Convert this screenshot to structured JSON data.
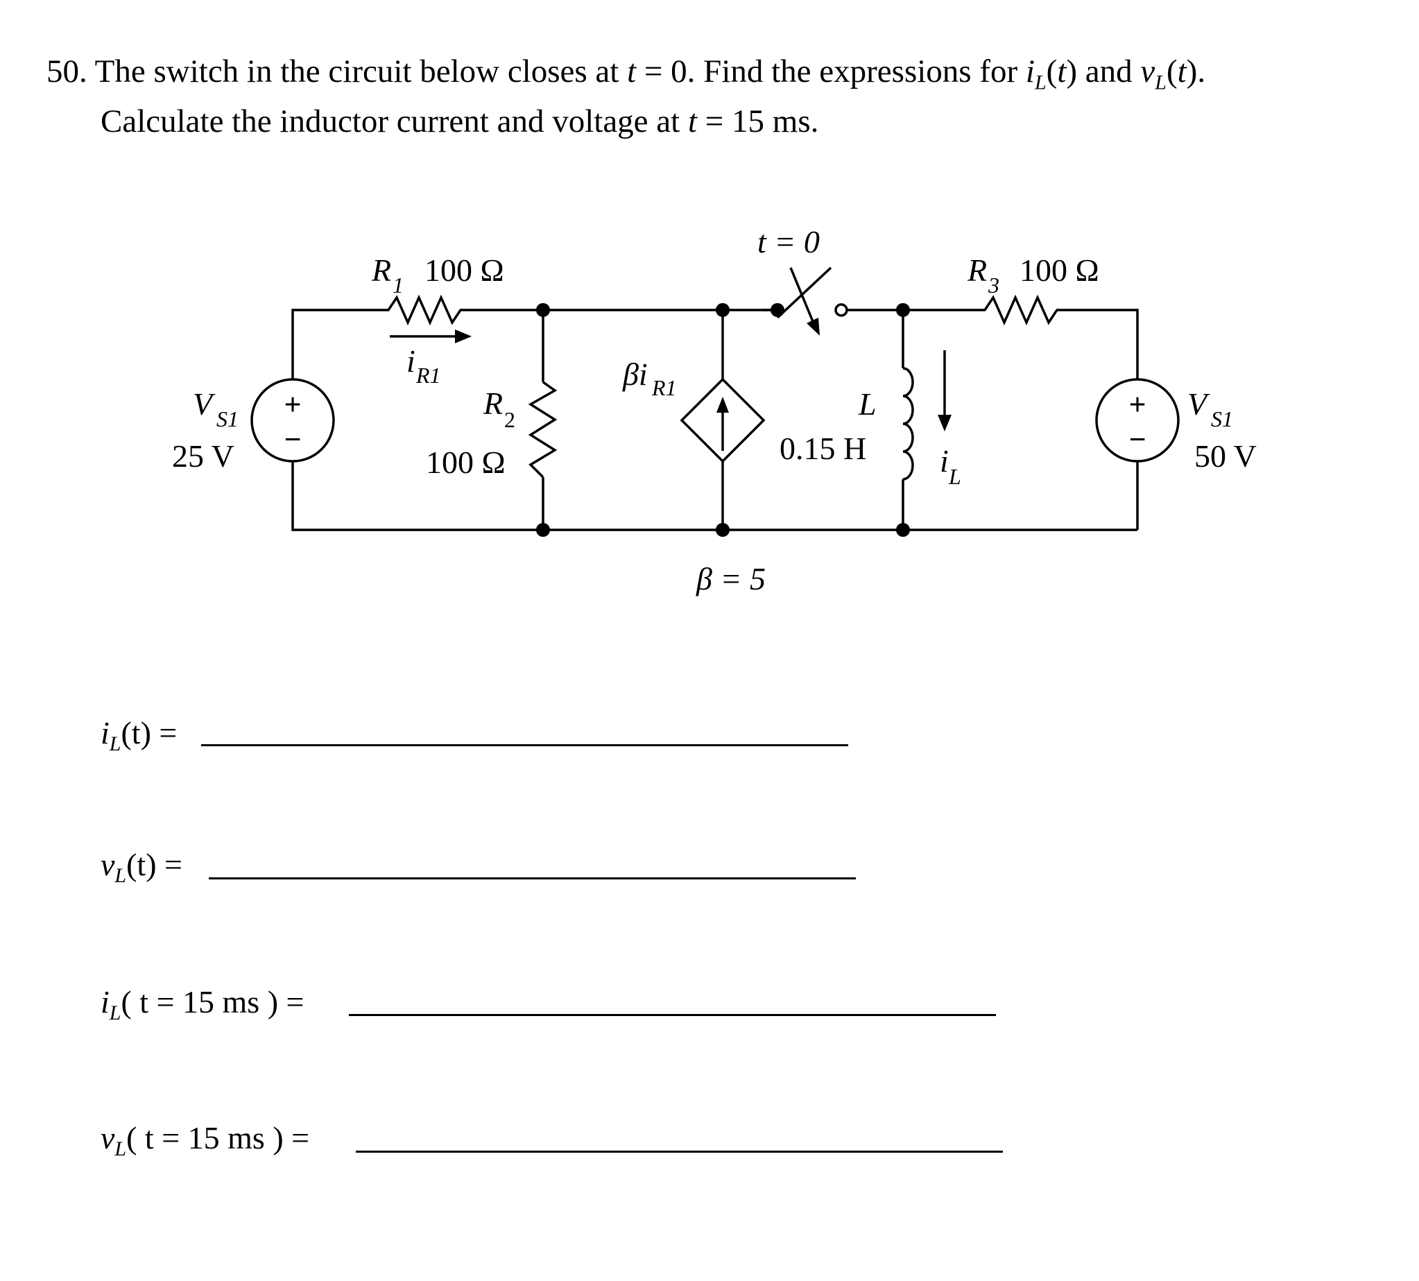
{
  "problem": {
    "number": "50.",
    "line1_a": "The switch in the circuit below closes at ",
    "line1_t": "t",
    "line1_b": " = 0.  Find the expressions for ",
    "line1_i": "i",
    "line1_L1": "L",
    "line1_c": "(",
    "line1_t2": "t",
    "line1_d": ") and ",
    "line1_v": "v",
    "line1_L2": "L",
    "line1_e": "(",
    "line1_t3": "t",
    "line1_f": ").",
    "line2_a": "Calculate the inductor current and voltage at ",
    "line2_t": "t",
    "line2_b": " = 15 ms."
  },
  "circuit": {
    "switch_label": "t = 0",
    "r1": {
      "name": "R",
      "sub": "1",
      "value": "100 Ω"
    },
    "ir1": {
      "name": "i",
      "sub": "R1"
    },
    "r2": {
      "name": "R",
      "sub": "2",
      "value": "100 Ω"
    },
    "dep_source": {
      "name": "βi",
      "sub": "R1"
    },
    "beta": "β = 5",
    "inductor": {
      "name": "L",
      "value": "0.15 H"
    },
    "il": {
      "name": "i",
      "sub": "L"
    },
    "r3": {
      "name": "R",
      "sub": "3",
      "value": "100 Ω"
    },
    "vs_left": {
      "name": "V",
      "sub": "S1",
      "value": "25 V",
      "plus": "+",
      "minus": "−"
    },
    "vs_right": {
      "name": "V",
      "sub": "S1",
      "value": "50 V",
      "plus": "+",
      "minus": "−"
    }
  },
  "answers": [
    {
      "var": "i",
      "sub": "L",
      "arg": "(t) ="
    },
    {
      "var": "v",
      "sub": "L",
      "arg": "(t) ="
    },
    {
      "var": "i",
      "sub": "L",
      "arg": "( t = 15 ms ) ="
    },
    {
      "var": "v",
      "sub": "L",
      "arg": "( t = 15 ms ) ="
    }
  ]
}
